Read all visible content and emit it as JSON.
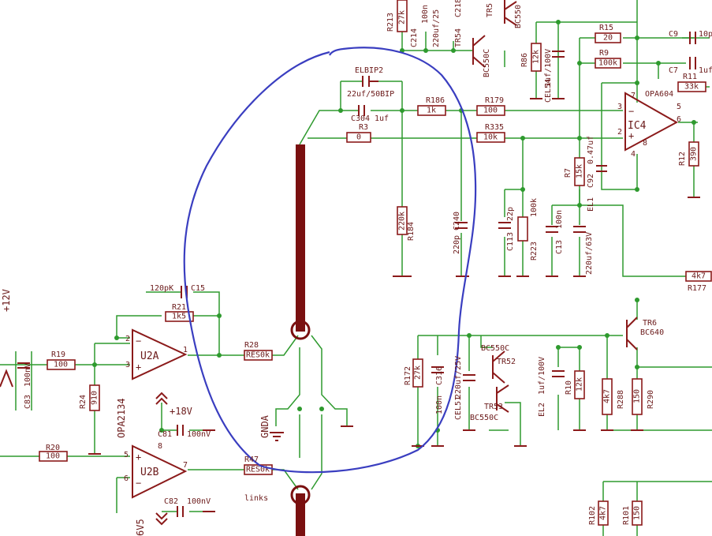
{
  "colors": {
    "wire": "#2e9a2e",
    "component": "#8b1a1a",
    "bus": "#7a1010",
    "annotation": "#3a3ec0"
  },
  "labels": {
    "r213": "R213",
    "r213v": "27k",
    "c214": "C214",
    "c214v": "100n",
    "c219v": "220uf/25",
    "tr54": "TR54",
    "c218": "C218",
    "tr5": "TR5",
    "bc550_top": "BC550",
    "bc550c_top": "BC550C",
    "r86": "R86",
    "r86v": "12k",
    "c_1uf100": "1uf/100V",
    "cel54": "CEL54",
    "r15": "R15",
    "r15v": "20",
    "r9": "R9",
    "r9v": "100k",
    "c9": "C9",
    "c9v": "10p",
    "c7": "C7",
    "c7v": "1uf",
    "r11": "R11",
    "r11v": "33k",
    "elbip2": "ELBIP2",
    "elbip2v": "22uf/50BIP",
    "c304": "C304",
    "c304v": "1uf",
    "r186": "R186",
    "r186v": "1k",
    "r179": "R179",
    "r179v": "100",
    "r3": "R3",
    "r3v": "0",
    "r335": "R335",
    "r335v": "10k",
    "opa604": "OPA604",
    "ic4": "IC4",
    "pin3": "3",
    "pin2": "2",
    "pin7": "7",
    "pin4": "4",
    "pin8": "8",
    "pin5": "5",
    "pin6": "6",
    "r12": "R12",
    "r12v": "390",
    "r7": "R7",
    "r7v": "15k",
    "c92": "C92",
    "c92v": "0.47uf",
    "el1": "EL1",
    "r184": "R184",
    "r184v": "220k",
    "c240": "C240",
    "c240v": "220p",
    "c113": "C113",
    "c113v": "22p",
    "r223": "R223",
    "r223v": "100k",
    "c13": "C13",
    "c13v": "100n",
    "el1v": "220uf/63V",
    "r177": "R177",
    "r177v": "4k7",
    "plus12v": "+12V",
    "c15": "C15",
    "c15v": "120pK",
    "r21": "R21",
    "r21v": "1k5",
    "u2a": "U2A",
    "u2b": "U2B",
    "r19": "R19",
    "r19v": "100",
    "c83": "C83",
    "c83v": "100nV",
    "r24": "R24",
    "r24v": "910",
    "opa2134": "OPA2134",
    "r28": "R28",
    "r28v": "RES0k",
    "r47": "R47",
    "r47v": "RES0k",
    "gnda": "GNDA",
    "links": "links",
    "plus18v": "+18V",
    "c81": "C81",
    "c81v": "100nV",
    "c82": "C82",
    "c82v": "100nV",
    "r20": "R20",
    "r20v": "100",
    "v6v5": "6V5",
    "r172": "R172",
    "r172v": "27k",
    "c316": "C316",
    "c316v": "100n",
    "cel51": "CEL51",
    "cel51v": "220uf/25V",
    "bc550c_mid": "BC550C",
    "tr52": "TR52",
    "tr53": "TR53",
    "bc550c_bot": "BC550C",
    "el2": "EL2",
    "el2v": "1uf/100V",
    "r10": "R10",
    "r10v": "12k",
    "tr6": "TR6",
    "bc640": "BC640",
    "r288": "R288",
    "r288v": "4k7",
    "r290": "R290",
    "r290v": "150",
    "r102": "R102",
    "r102v": "4k7",
    "r101": "R101",
    "r101v": "150"
  }
}
